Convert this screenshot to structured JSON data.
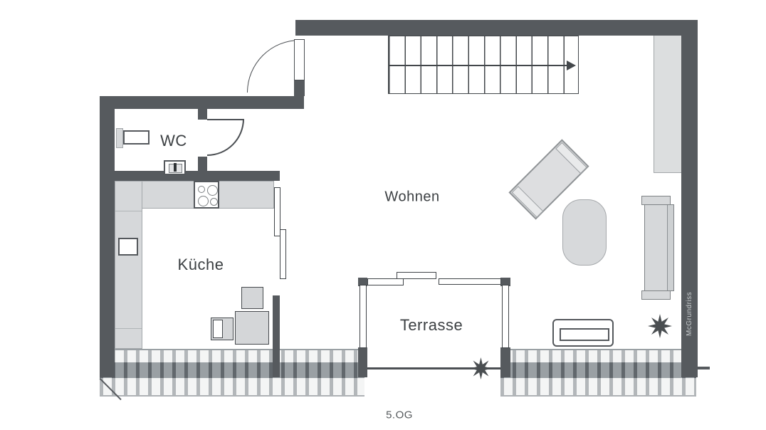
{
  "plan": {
    "floor_label": "5.OG",
    "watermark": "McGrundriss",
    "rooms": [
      {
        "id": "wc",
        "label": "WC"
      },
      {
        "id": "kueche",
        "label": "Küche"
      },
      {
        "id": "wohnen",
        "label": "Wohnen"
      },
      {
        "id": "terrasse",
        "label": "Terrasse"
      }
    ],
    "stairs": {
      "treads": 12,
      "direction": "right-arrow"
    },
    "icons": {
      "plant_symbol": "8-point-star",
      "stairs_direction": "arrow-right"
    },
    "colors": {
      "wall": "#565a5e",
      "floor": "#ffffff",
      "furniture_fill": "#d4d6d8",
      "furniture_border": "#45494d",
      "railing_band": "#9aa0a4",
      "railing_post": "#b3b7ba",
      "label_text": "#3c4043",
      "watermark_text": "#c9cdcf"
    }
  }
}
